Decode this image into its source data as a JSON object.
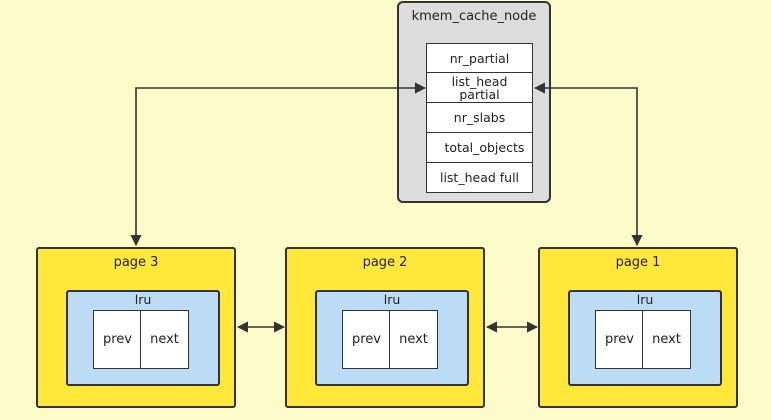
{
  "kmem_cache_node": {
    "title": "kmem_cache_node",
    "fields": [
      {
        "label": "nr_partial"
      },
      {
        "label": "list_head partial"
      },
      {
        "label": "nr_slabs"
      },
      {
        "label": "total_objects"
      },
      {
        "label": "list_head full"
      }
    ]
  },
  "pages": [
    {
      "title": "page 3",
      "lru_label": "lru",
      "prev_label": "prev",
      "next_label": "next"
    },
    {
      "title": "page 2",
      "lru_label": "lru",
      "prev_label": "prev",
      "next_label": "next"
    },
    {
      "title": "page 1",
      "lru_label": "lru",
      "prev_label": "prev",
      "next_label": "next"
    }
  ],
  "colors": {
    "background": "#fdfbc9",
    "node_box": "#dcdcdc",
    "page_box": "#ffe83a",
    "lru_box": "#bcdcf6",
    "line": "#333333"
  }
}
